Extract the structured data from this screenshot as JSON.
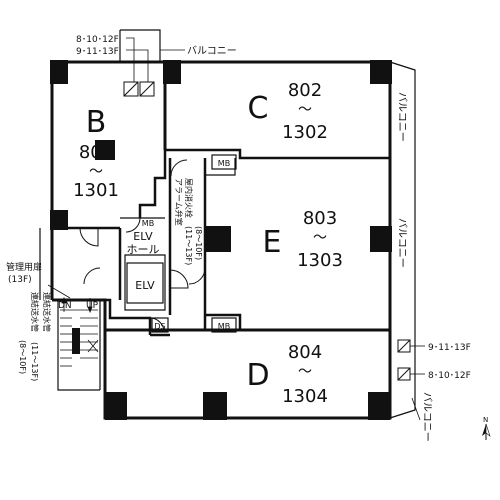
{
  "units": {
    "B": {
      "letter": "B",
      "from": "801",
      "tilde": "～",
      "to": "1301"
    },
    "C": {
      "letter": "C",
      "from": "802",
      "tilde": "～",
      "to": "1302"
    },
    "E": {
      "letter": "E",
      "from": "803",
      "tilde": "～",
      "to": "1303"
    },
    "D": {
      "letter": "D",
      "from": "804",
      "tilde": "～",
      "to": "1304"
    }
  },
  "labels": {
    "floors_top_1": "8･10･12F",
    "floors_top_2": "9･11･13F",
    "balcony_top": "バルコニー",
    "balcony_right_1": "バルコニー",
    "balcony_right_2": "バルコニー",
    "balcony_bottom": "バルコニー",
    "floors_right_1": "9･11･13F",
    "floors_right_2": "8･10･12F",
    "mb1": "MB",
    "mb2": "MB",
    "mb3": "MB",
    "ds": "DS",
    "elv_hall_1": "ELV",
    "elv_hall_2": "ホール",
    "elv": "ELV",
    "dn": "DN",
    "up": "UP",
    "mgmt_door_1": "管理用扉",
    "mgmt_door_2": "(13F)",
    "hydrant_1": "屋内消火栓",
    "hydrant_2": "アラーム弁室",
    "hydrant_3": "(8～10F)",
    "hydrant_4": "(11～13F)",
    "pipe_1": "連結送水管",
    "pipe_2": "連結送水管",
    "pipe_3": "(8～10F)",
    "pipe_4": "(11～13F)",
    "north": "N"
  }
}
